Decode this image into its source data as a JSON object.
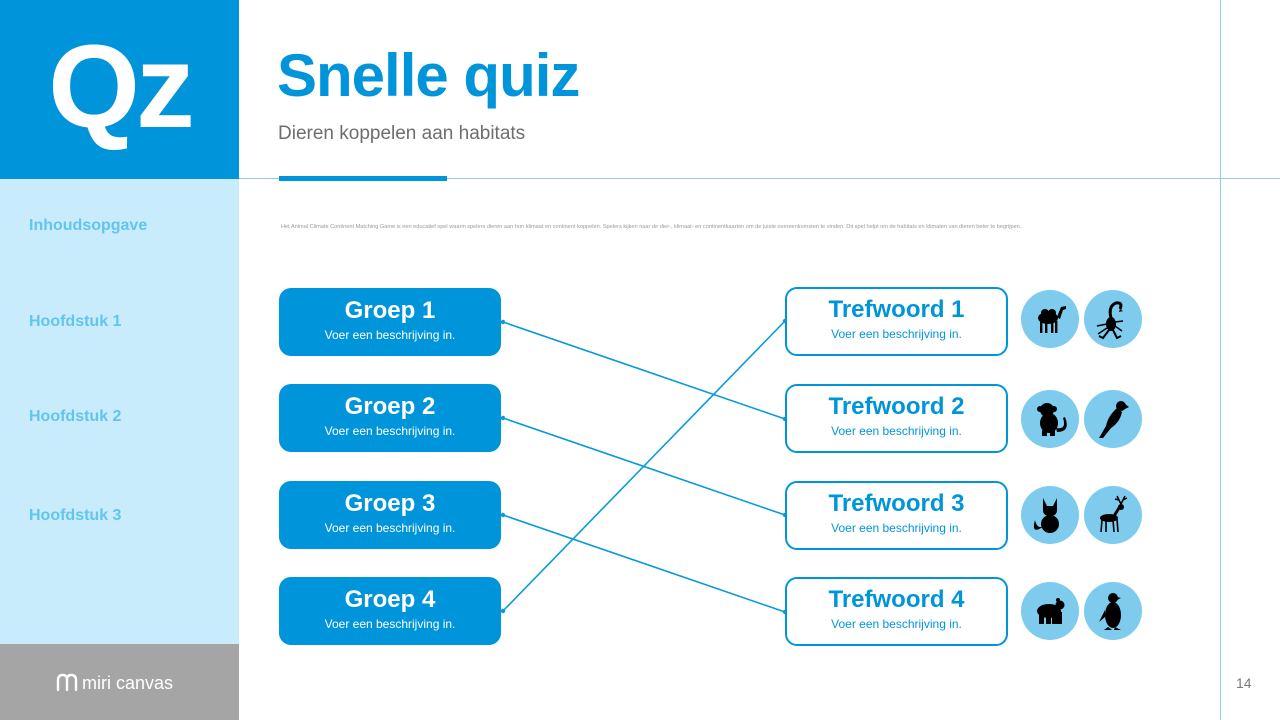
{
  "logo": {
    "text": "Qz"
  },
  "title": "Snelle quiz",
  "subtitle": "Dieren koppelen aan habitats",
  "sidebar": {
    "items": [
      {
        "label": "Inhoudsopgave"
      },
      {
        "label": "Hoofdstuk 1"
      },
      {
        "label": "Hoofdstuk 2"
      },
      {
        "label": "Hoofdstuk 3"
      }
    ]
  },
  "brand": {
    "name": "miri canvas"
  },
  "description": "Het Animal Climate Continent Matching Game is een educatief spel waarin spelers dieren aan hun klimaat en continent koppelen. Spelers kijken naar de dier-, klimaat- en continentkaarten om de juiste overeenkomsten te vinden. Dit spel helpt om de habitats en klimaten van dieren beter te begrijpen.",
  "groups": [
    {
      "title": "Groep 1",
      "desc": "Voer een beschrijving in."
    },
    {
      "title": "Groep 2",
      "desc": "Voer een beschrijving in."
    },
    {
      "title": "Groep 3",
      "desc": "Voer een beschrijving in."
    },
    {
      "title": "Groep 4",
      "desc": "Voer een beschrijving in."
    }
  ],
  "keywords": [
    {
      "title": "Trefwoord 1",
      "desc": "Voer een beschrijving in.",
      "animals": [
        "camel-icon",
        "scorpion-icon"
      ]
    },
    {
      "title": "Trefwoord 2",
      "desc": "Voer een beschrijving in.",
      "animals": [
        "monkey-icon",
        "parrot-icon"
      ]
    },
    {
      "title": "Trefwoord 3",
      "desc": "Voer een beschrijving in.",
      "animals": [
        "fox-icon",
        "deer-icon"
      ]
    },
    {
      "title": "Trefwoord 4",
      "desc": "Voer een beschrijving in.",
      "animals": [
        "bear-icon",
        "penguin-icon"
      ]
    }
  ],
  "connections": [
    {
      "from": "Groep 1",
      "to": "Trefwoord 2"
    },
    {
      "from": "Groep 2",
      "to": "Trefwoord 3"
    },
    {
      "from": "Groep 3",
      "to": "Trefwoord 4"
    },
    {
      "from": "Groep 4",
      "to": "Trefwoord 1"
    }
  ],
  "page_number": "14",
  "colors": {
    "primary": "#0095db",
    "sidebar": "#c8ecfb",
    "sidebar_text": "#62c4ef",
    "animal_bg": "#7ecbee",
    "footer": "#a5a5a5"
  }
}
